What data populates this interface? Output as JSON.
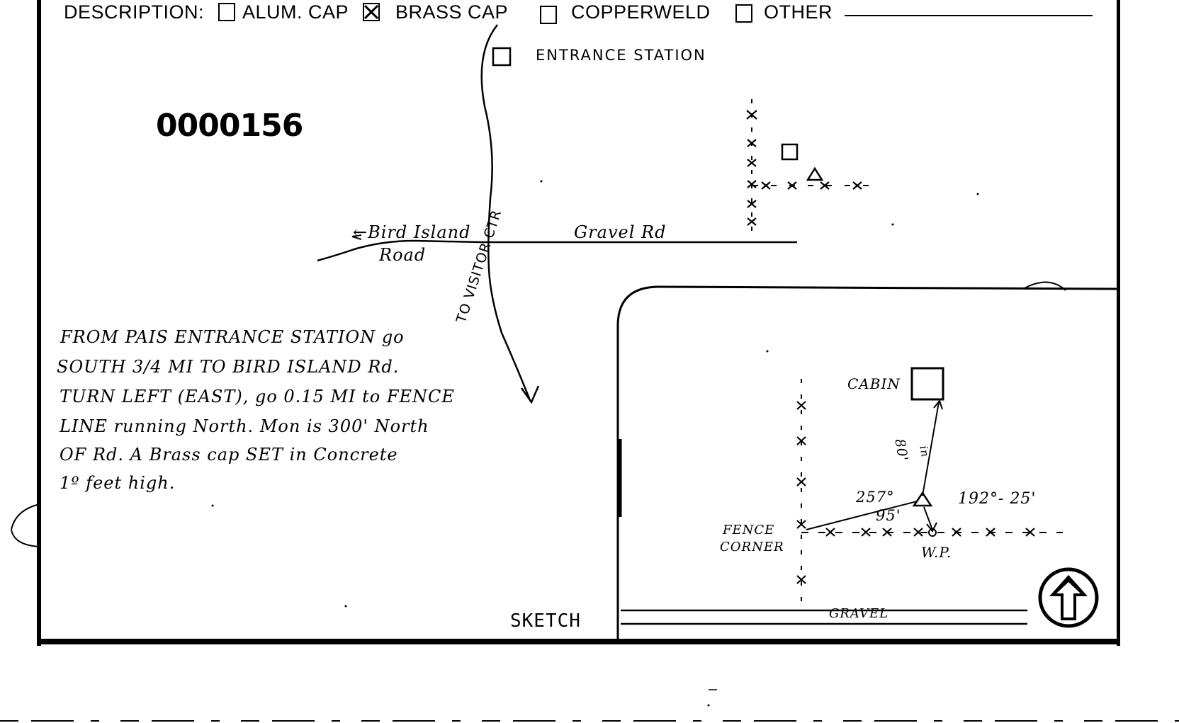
{
  "form": {
    "description_label": "DESCRIPTION:",
    "options": [
      {
        "label": "ALUM. CAP",
        "checked": false
      },
      {
        "label": "BRASS CAP",
        "checked": true
      },
      {
        "label": "COPPERWELD",
        "checked": false
      },
      {
        "label": "OTHER",
        "checked": false
      }
    ],
    "sketch_label": "SKETCH"
  },
  "stamp_number": "0000156",
  "main_map": {
    "entrance_station": "ENTRANCE STATION",
    "bird_island_road_1": "←Bird Island",
    "bird_island_road_2": "Road",
    "gravel_rd": "Gravel Rd",
    "to_visitor_ctr": "TO VISITOR CTR"
  },
  "directions": [
    "FROM PAIS ENTRANCE STATION go",
    "SOUTH 3/4 MI TO BIRD ISLAND Rd.",
    "TURN LEFT (EAST), go 0.15 MI to FENCE",
    "LINE running North. Mon is 300' North",
    "OF Rd.   A Brass cap SET in Concrete",
    "1º feet high."
  ],
  "detail_map": {
    "cabin": "CABIN",
    "bearing_1": "257°",
    "distance_1": "95'",
    "bearing_2": "192°- 25'",
    "distance_2": "80'",
    "distance_2_note": "in",
    "fence_corner_1": "FENCE",
    "fence_corner_2": "CORNER",
    "wp": "W.P.",
    "gravel": "GRAVEL"
  },
  "icons": {
    "north_arrow": "up-arrow-icon",
    "checkbox": "checkbox-icon"
  }
}
